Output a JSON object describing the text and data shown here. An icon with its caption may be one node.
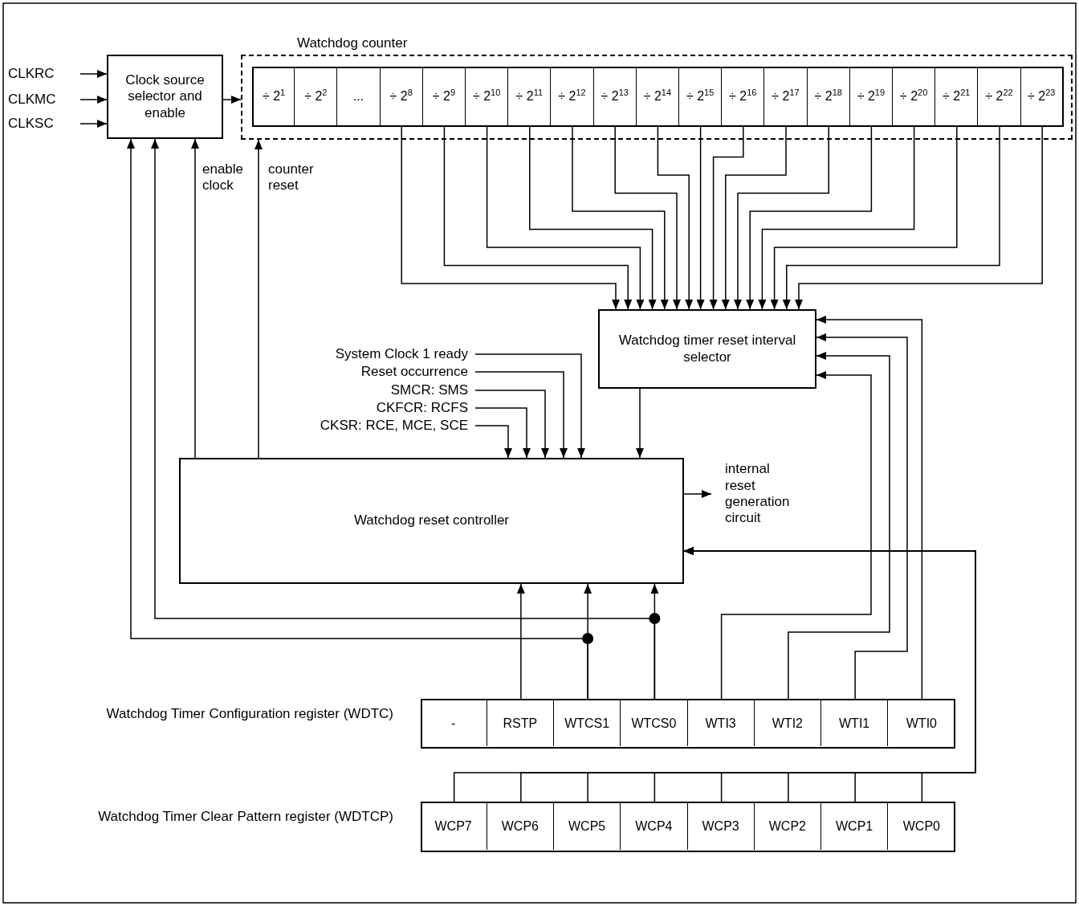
{
  "diagram": {
    "nodes": [
      {
        "text": [
          "CLKRC"
        ]
      },
      {
        "text": [
          "CLKMC"
        ]
      },
      {
        "text": [
          "CLKSC"
        ]
      },
      {
        "text": [
          "Clock source selector and enable"
        ]
      },
      {
        "text": [
          "Watchdog counter"
        ]
      },
      {
        "text": [
          "÷ 2$^{1}$"
        ],
        "in": 4
      },
      {
        "text": [
          "÷ 2$^{2}$"
        ],
        "in": 4
      },
      {
        "text": [
          "..."
        ],
        "in": 4
      },
      {
        "text": [
          "÷ 2$^{8}$"
        ],
        "in": 4
      },
      {
        "text": [
          "÷ 2$^{9}$"
        ],
        "in": 4
      },
      {
        "text": [
          "÷ 2$^{10}$"
        ],
        "in": 4
      },
      {
        "text": [
          "÷ 2$^{11}$"
        ],
        "in": 4
      },
      {
        "text": [
          "÷ 2$^{12}$"
        ],
        "in": 4
      },
      {
        "text": [
          "÷ 2$^{13}$"
        ],
        "in": 4
      },
      {
        "text": [
          "÷ 2$^{14}$"
        ],
        "in": 4
      },
      {
        "text": [
          "÷ 2$^{15}$"
        ],
        "in": 4
      },
      {
        "text": [
          "÷ 2$^{16}$"
        ],
        "in": 4
      },
      {
        "text": [
          "÷ 2$^{17}$"
        ],
        "in": 4
      },
      {
        "text": [
          "÷ 2$^{18}$"
        ],
        "in": 4
      },
      {
        "text": [
          "÷ 2$^{19}$"
        ],
        "in": 4
      },
      {
        "text": [
          "÷ 2$^{20}$"
        ],
        "in": 4
      },
      {
        "text": [
          "÷ 2$^{21}$"
        ],
        "in": 4
      },
      {
        "text": [
          "÷ 2$^{22}$"
        ],
        "in": 4
      },
      {
        "text": [
          "÷ 2$^{23}$"
        ],
        "in": 4
      },
      {
        "text": [
          "Watchdog timer reset interval selector"
        ]
      },
      {
        "text": [
          "System Clock 1 ready"
        ]
      },
      {
        "text": [
          "Reset occurrence"
        ]
      },
      {
        "text": [
          "SMCR: SMS"
        ]
      },
      {
        "text": [
          "CKFCR: RCFS"
        ]
      },
      {
        "text": [
          "CKSR: RCE, MCE, SCE"
        ]
      },
      {
        "text": [
          "Watchdog reset controller"
        ]
      },
      {
        "text": [
          "internal reset generation circuit"
        ]
      },
      {
        "text": [
          "Watchdog Timer Configuration register (WDTC)"
        ]
      },
      {
        "text": [
          "-"
        ],
        "in": 32
      },
      {
        "text": [
          "RSTP"
        ],
        "in": 32
      },
      {
        "text": [
          "WTCS1"
        ],
        "in": 32
      },
      {
        "text": [
          "WTCS0"
        ],
        "in": 32
      },
      {
        "text": [
          "WTI3"
        ],
        "in": 32
      },
      {
        "text": [
          "WTI2"
        ],
        "in": 32
      },
      {
        "text": [
          "WTI1"
        ],
        "in": 32
      },
      {
        "text": [
          "WTI0"
        ],
        "in": 32
      },
      {
        "text": [
          "Watchdog Timer Clear Pattern register (WDTCP)"
        ]
      },
      {
        "text": [
          "WCP7"
        ],
        "in": 41
      },
      {
        "text": [
          "WCP6"
        ],
        "in": 41
      },
      {
        "text": [
          "WCP5"
        ],
        "in": 41
      },
      {
        "text": [
          "WCP4"
        ],
        "in": 41
      },
      {
        "text": [
          "WCP3"
        ],
        "in": 41
      },
      {
        "text": [
          "WCP2"
        ],
        "in": 41
      },
      {
        "text": [
          "WCP1"
        ],
        "in": 41
      },
      {
        "text": [
          "WCP0"
        ],
        "in": 41
      }
    ],
    "edges": [
      {
        "from": 0,
        "to": 3,
        "arrow": "to"
      },
      {
        "from": 1,
        "to": 3,
        "arrow": "to"
      },
      {
        "from": 2,
        "to": 3,
        "arrow": "to"
      },
      {
        "from": 3,
        "to": 4,
        "arrow": "to"
      },
      {
        "from": 8,
        "to": 24,
        "arrow": "to"
      },
      {
        "from": 9,
        "to": 24,
        "arrow": "to"
      },
      {
        "from": 10,
        "to": 24,
        "arrow": "to"
      },
      {
        "from": 11,
        "to": 24,
        "arrow": "to"
      },
      {
        "from": 12,
        "to": 24,
        "arrow": "to"
      },
      {
        "from": 13,
        "to": 24,
        "arrow": "to"
      },
      {
        "from": 14,
        "to": 24,
        "arrow": "to"
      },
      {
        "from": 15,
        "to": 24,
        "arrow": "to"
      },
      {
        "from": 16,
        "to": 24,
        "arrow": "to"
      },
      {
        "from": 17,
        "to": 24,
        "arrow": "to"
      },
      {
        "from": 18,
        "to": 24,
        "arrow": "to"
      },
      {
        "from": 19,
        "to": 24,
        "arrow": "to"
      },
      {
        "from": 20,
        "to": 24,
        "arrow": "to"
      },
      {
        "from": 21,
        "to": 24,
        "arrow": "to"
      },
      {
        "from": 22,
        "to": 24,
        "arrow": "to"
      },
      {
        "from": 23,
        "to": 24,
        "arrow": "to"
      },
      {
        "from": 25,
        "to": 30,
        "arrow": "to"
      },
      {
        "from": 26,
        "to": 30,
        "arrow": "to"
      },
      {
        "from": 27,
        "to": 30,
        "arrow": "to"
      },
      {
        "from": 28,
        "to": 30,
        "arrow": "to"
      },
      {
        "from": 29,
        "to": 30,
        "arrow": "to"
      },
      {
        "from": 24,
        "to": 30,
        "arrow": "to"
      },
      {
        "from": 30,
        "to": 31,
        "arrow": "to"
      },
      {
        "from": 30,
        "to": 3,
        "arrow": "to",
        "label": "enable clock"
      },
      {
        "from": 30,
        "to": 4,
        "arrow": "to",
        "label": "counter reset"
      },
      {
        "from": 34,
        "to": 30,
        "arrow": "to"
      },
      {
        "from": 35,
        "to": 30,
        "arrow": "to"
      },
      {
        "from": 36,
        "to": 30,
        "arrow": "to"
      },
      {
        "from": 35,
        "to": 3,
        "arrow": "to"
      },
      {
        "from": 36,
        "to": 3,
        "arrow": "to"
      },
      {
        "from": 37,
        "to": 24,
        "arrow": "to"
      },
      {
        "from": 38,
        "to": 24,
        "arrow": "to"
      },
      {
        "from": 39,
        "to": 24,
        "arrow": "to"
      },
      {
        "from": 40,
        "to": 24,
        "arrow": "to"
      },
      {
        "from": 42,
        "to": 30,
        "arrow": "to"
      },
      {
        "from": 43,
        "to": 30,
        "arrow": "to"
      },
      {
        "from": 44,
        "to": 30,
        "arrow": "to"
      },
      {
        "from": 45,
        "to": 30,
        "arrow": "to"
      },
      {
        "from": 46,
        "to": 30,
        "arrow": "to"
      },
      {
        "from": 47,
        "to": 30,
        "arrow": "to"
      },
      {
        "from": 48,
        "to": 30,
        "arrow": "to"
      },
      {
        "from": 49,
        "to": 30,
        "arrow": "to"
      }
    ]
  }
}
